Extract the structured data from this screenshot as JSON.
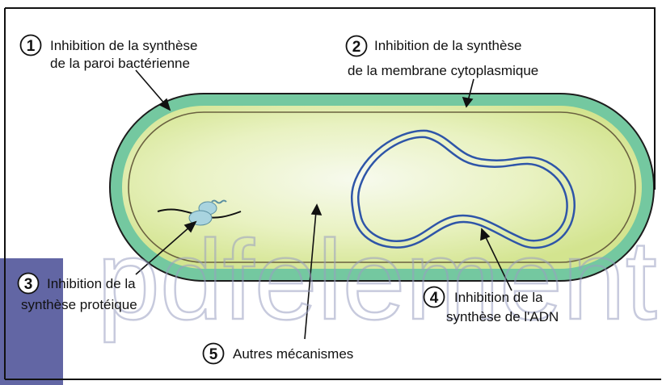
{
  "labels": [
    {
      "number": "1",
      "lines": [
        "Inhibition de la synthèse",
        "de la paroi bactérienne"
      ]
    },
    {
      "number": "2",
      "lines": [
        "Inhibition de la synthèse",
        "de la membrane cytoplasmique"
      ]
    },
    {
      "number": "3",
      "lines": [
        "Inhibition de la",
        "synthèse protéique"
      ]
    },
    {
      "number": "4",
      "lines": [
        "Inhibition de la",
        "synthèse de l'ADN"
      ]
    },
    {
      "number": "5",
      "lines": [
        "Autres mécanismes"
      ]
    }
  ],
  "watermark": {
    "text": "pdfelement"
  },
  "colors": {
    "cell_wall": "#74c8a0",
    "cytoplasm": "#dbe99a",
    "cytoplasm_center": "#f7faee",
    "dna": "#2e55a8",
    "ribosome": "#a9d4df",
    "watermark": "#474b94"
  }
}
